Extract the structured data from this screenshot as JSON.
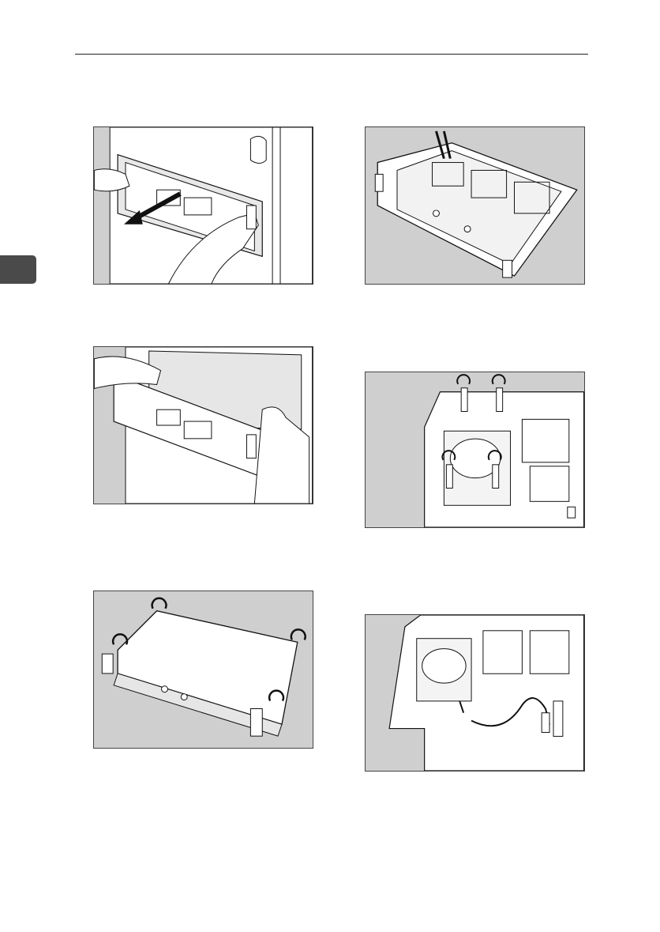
{
  "page": {
    "illustrations": [
      {
        "name": "pull-out-controller-board",
        "icon": "hands-pulling-board-illustration"
      },
      {
        "name": "controller-board-removed",
        "icon": "controller-board-illustration"
      },
      {
        "name": "board-sliding-out",
        "icon": "hands-sliding-board-illustration"
      },
      {
        "name": "hdd-mounting-screws",
        "icon": "hard-disk-screws-illustration"
      },
      {
        "name": "cover-screws",
        "icon": "cover-screws-illustration"
      },
      {
        "name": "hdd-cable-connected",
        "icon": "hard-disk-cable-illustration"
      }
    ],
    "colors": {
      "panel_bg": "#cfcfcf",
      "line": "#111111",
      "tab": "#4a4a4a"
    }
  }
}
